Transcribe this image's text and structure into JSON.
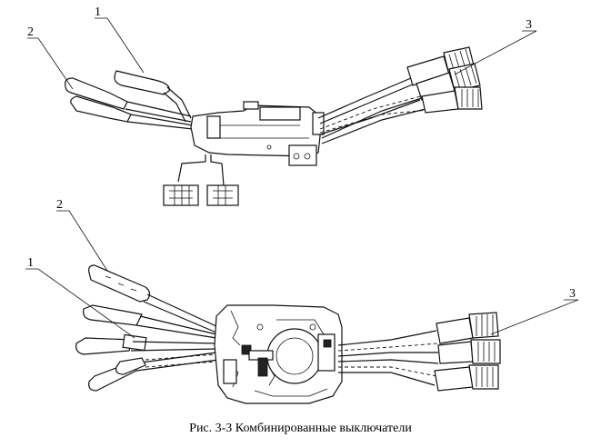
{
  "figure": {
    "caption": "Рис. 3-3 Комбинированные выключатели",
    "top_view": {
      "callouts": [
        "1",
        "2",
        "3"
      ]
    },
    "bottom_view": {
      "callouts": [
        "2",
        "1",
        "3"
      ]
    }
  }
}
